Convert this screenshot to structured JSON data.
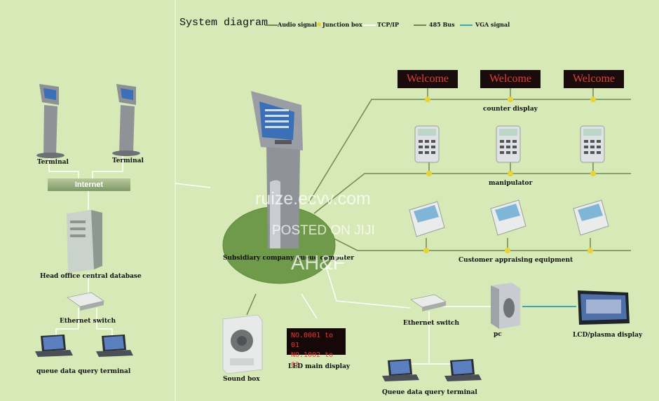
{
  "title": "System diagram",
  "legend": [
    {
      "label": "Audio signal",
      "color": "#6e8a50"
    },
    {
      "label": "Junction box",
      "color": "#e6d23a"
    },
    {
      "label": "TCP/IP",
      "color": "#ffffff"
    },
    {
      "label": "485 Bus",
      "color": "#6e8a50"
    },
    {
      "label": "VGA signal",
      "color": "#3aa6b8"
    }
  ],
  "labels": {
    "terminal_1": "Terminal",
    "terminal_2": "Terminal",
    "internet": "Internet",
    "head_office": "Head office central database",
    "ethernet_switch_left": "Ethernet switch",
    "query_terminal_left": "queue data query terminal",
    "kiosk": "Subsidiary company queue computer",
    "counter_display": "counter display",
    "manipulator": "manipulator",
    "appraising": "Customer appraising equipment",
    "ethernet_switch_right": "Ethernet switch",
    "pc": "pc",
    "lcd": "LCD/plasma display",
    "sound_box": "Sound box",
    "led_main": "LED main display",
    "query_terminal_right": "Queue data query terminal"
  },
  "welcome_text": "Welcome",
  "led_lines": [
    "NO.0001 to 01",
    "NO.1002 to 02"
  ],
  "watermarks": [
    "ruize.ecvv.com",
    "POSTED ON JIJI",
    "AH&F"
  ]
}
